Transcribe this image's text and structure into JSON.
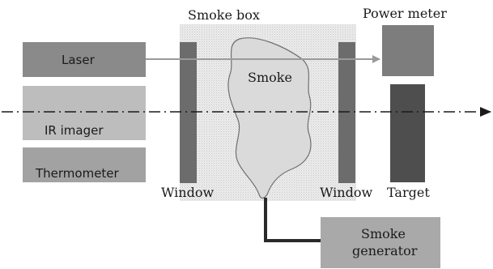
{
  "labels": {
    "smoke_box": "Smoke box",
    "power_meter": "Power meter",
    "laser": "Laser",
    "smoke": "Smoke",
    "ir_imager": "IR imager",
    "thermometer": "Thermometer",
    "window_left": "Window",
    "window_right": "Window",
    "target": "Target",
    "smoke_generator_line1": "Smoke",
    "smoke_generator_line2": "generator"
  },
  "colors": {
    "smoke_box_fill": "#e2e2e2",
    "laser_box": "#8a8a8a",
    "ir_imager_box": "#bdbdbd",
    "thermometer_box": "#a2a2a2",
    "window": "#6c6c6c",
    "power_meter_box": "#7d7d7d",
    "target_box": "#4e4e4e",
    "smoke_generator_box": "#a9a9a9",
    "smoke_pipe": "#2a2a2a",
    "laser_beam": "#9a9a9a",
    "axis_line": "#1a1a1a",
    "smoke_cloud_fill": "#dadada",
    "smoke_cloud_stroke": "#707070"
  }
}
